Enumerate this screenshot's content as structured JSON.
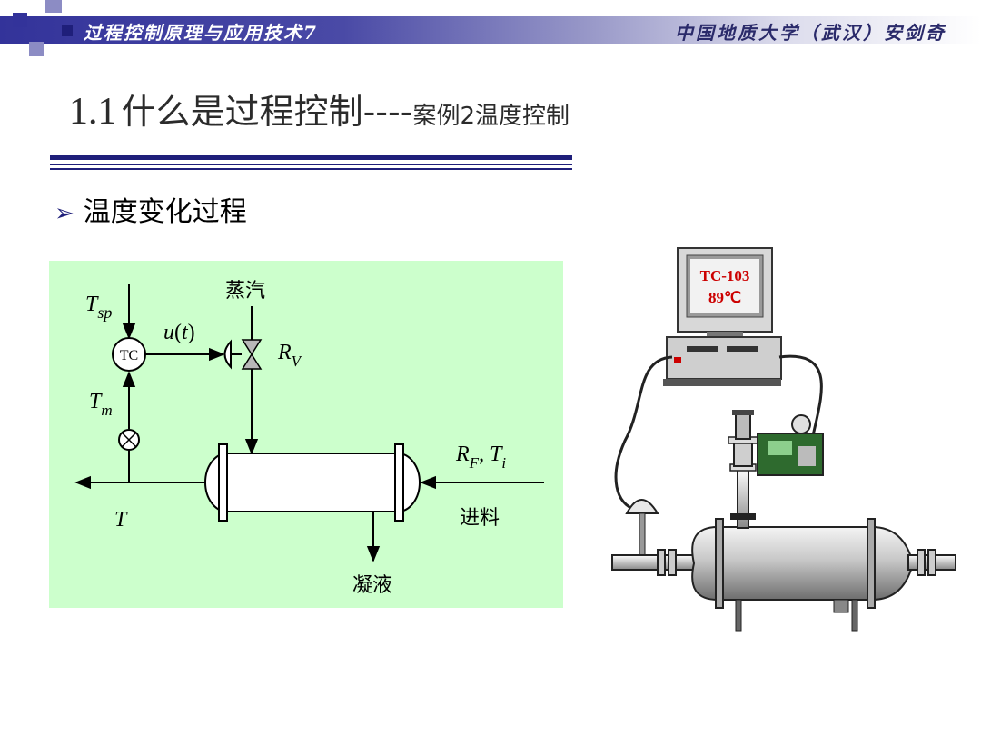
{
  "header": {
    "course_title": "过程控制原理与应用技术7",
    "author": "中国地质大学（武汉）安剑奇"
  },
  "slide": {
    "title_number": "1.1",
    "title_main": "什么是过程控制----",
    "title_sub": "案例2温度控制",
    "bullet": "温度变化过程"
  },
  "diagram": {
    "setpoint_symbol": "T",
    "setpoint_sub": "sp",
    "controller": "TC",
    "output_u": "u",
    "output_t": "t",
    "steam": "蒸汽",
    "valve_R": "R",
    "valve_sub": "V",
    "measure_symbol": "T",
    "measure_sub": "m",
    "feed_R": "R",
    "feed_R_sub": "F",
    "feed_T": "T",
    "feed_T_sub": "i",
    "outlet_T": "T",
    "feed": "进料",
    "condensate": "凝液"
  },
  "equipment": {
    "monitor_tag": "TC-103",
    "monitor_value": "89℃"
  },
  "colors": {
    "header_band": "#33339a",
    "diagram_bg": "#ccffcc",
    "rule": "#1f1f7a",
    "monitor_text": "#cc0000"
  }
}
